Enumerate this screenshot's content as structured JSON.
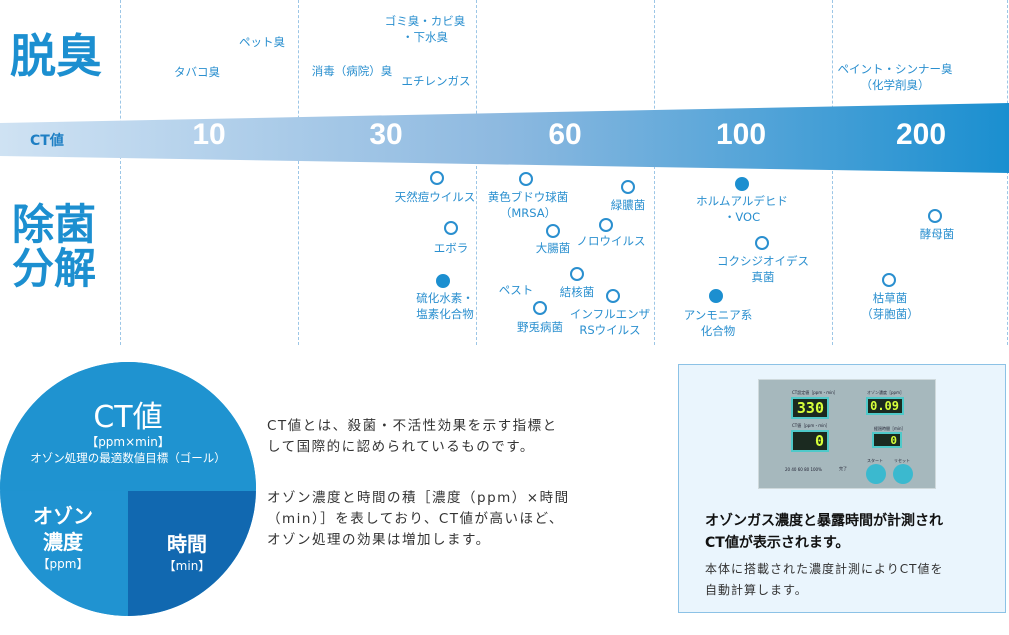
{
  "headings": {
    "deodorize": "脱臭",
    "sterilize_line1": "除菌",
    "sterilize_line2": "分解"
  },
  "ct_axis": {
    "label": "CT値",
    "ticks": [
      "10",
      "30",
      "60",
      "100",
      "200"
    ],
    "band_colors": [
      "#c9dff2",
      "#1a8fd0"
    ]
  },
  "odors": [
    {
      "lines": [
        "タバコ臭"
      ]
    },
    {
      "lines": [
        "ペット臭"
      ]
    },
    {
      "lines": [
        "ゴミ臭・カビ臭",
        "・下水臭"
      ]
    },
    {
      "lines": [
        "消毒（病院）臭"
      ]
    },
    {
      "lines": [
        "エチレンガス"
      ]
    },
    {
      "lines": [
        "ペイント・シンナー臭",
        "（化学剤臭）"
      ]
    }
  ],
  "targets": [
    {
      "lines": [
        "天然痘ウイルス"
      ],
      "marker": "open"
    },
    {
      "lines": [
        "エボラ"
      ],
      "marker": "open"
    },
    {
      "lines": [
        "硫化水素・",
        "塩素化合物"
      ],
      "marker": "filled"
    },
    {
      "lines": [
        "黄色ブドウ球菌",
        "（MRSA）"
      ],
      "marker": "open"
    },
    {
      "lines": [
        "緑膿菌"
      ],
      "marker": "open"
    },
    {
      "lines": [
        "大腸菌"
      ],
      "marker": "open"
    },
    {
      "lines": [
        "ノロウイルス"
      ],
      "marker": "open"
    },
    {
      "lines": [
        "結核菌"
      ],
      "marker": "open"
    },
    {
      "lines": [
        "ペスト"
      ],
      "marker": "none"
    },
    {
      "lines": [
        "野兎病菌"
      ],
      "marker": "open"
    },
    {
      "lines": [
        "インフルエンザ",
        "RSウイルス"
      ],
      "marker": "open"
    },
    {
      "lines": [
        "ホルムアルデヒド",
        "・VOC"
      ],
      "marker": "filled"
    },
    {
      "lines": [
        "コクシジオイデス",
        "真菌"
      ],
      "marker": "open"
    },
    {
      "lines": [
        "アンモニア系",
        "化合物"
      ],
      "marker": "filled"
    },
    {
      "lines": [
        "酵母菌"
      ],
      "marker": "open"
    },
    {
      "lines": [
        "枯草菌",
        "（芽胞菌）"
      ],
      "marker": "open"
    }
  ],
  "ct_circle": {
    "title": "CT値",
    "unit": "【ppm×min】",
    "subtitle": "オゾン処理の最適数値目標（ゴール）",
    "left_line1": "オゾン",
    "left_line2": "濃度",
    "left_unit": "【ppm】",
    "right_title": "時間",
    "right_unit": "【min】"
  },
  "description": {
    "para1_line1": "CT値とは、殺菌・不活性効果を示す指標と",
    "para1_line2": "して国際的に認められているものです。",
    "para2_line1": "オゾン濃度と時間の積［濃度（ppm）×時間",
    "para2_line2": "（min）］を表しており、CT値が高いほど、",
    "para2_line3": "オゾン処理の効果は増加します。"
  },
  "panel": {
    "device": {
      "ct_set_label": "CT設定値［ppm・min］",
      "ct_set": "330",
      "ozone_label": "オゾン濃度［ppm］",
      "ozone": "0.09",
      "ct_label": "CT値［ppm・min］",
      "ct": "0",
      "elapsed_label": "経過時間［min］",
      "elapsed": "0",
      "start": "スタート",
      "reset": "リセット",
      "done": "完了",
      "scale": "20 40 60 80 100%"
    },
    "caption_line1": "オゾンガス濃度と暴露時間が計測され",
    "caption_line2": "CT値が表示されます。",
    "note_line1": "本体に搭載された濃度計測によりCT値を",
    "note_line2": "自動計算します。"
  }
}
